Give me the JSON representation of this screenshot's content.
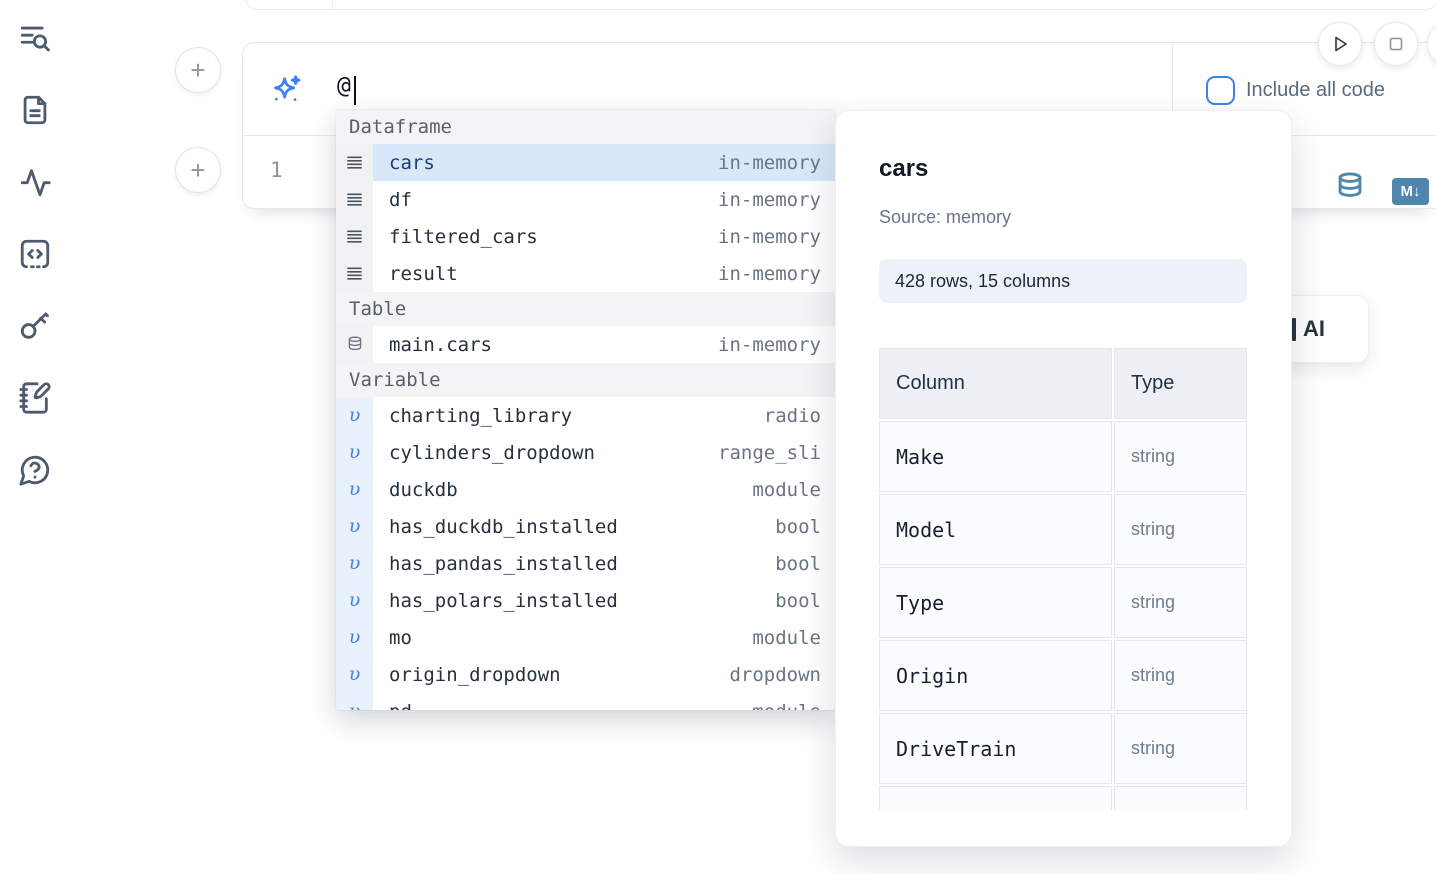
{
  "colors": {
    "accent_blue": "#3b82f6",
    "steel_blue": "#4e86ad",
    "selected_row_bg": "#d9e7fa",
    "icon_strip_gray": "#f2f2f4",
    "icon_strip_blue": "#e9f1fc"
  },
  "sidebar": {
    "items": [
      {
        "icon": "list-search-icon"
      },
      {
        "icon": "file-text-icon"
      },
      {
        "icon": "activity-icon"
      },
      {
        "icon": "code-square-icon"
      },
      {
        "icon": "key-icon"
      },
      {
        "icon": "notebook-pen-icon"
      },
      {
        "icon": "help-bubble-icon"
      }
    ]
  },
  "add_cell_button": {
    "label": "+"
  },
  "prompt_bar": {
    "icon": "sparkles-icon",
    "value": "@",
    "include_all_code_label": "Include all code",
    "checkbox_checked": false
  },
  "run_controls": {
    "icons": [
      "play-icon",
      "stop-icon"
    ]
  },
  "cell": {
    "line_number": "1",
    "database_icon": "database-icon",
    "markdown_badge": "M↓"
  },
  "autocomplete": {
    "sections": [
      {
        "label": "Dataframe",
        "items": [
          {
            "icon": "rows-icon",
            "name": "cars",
            "type": "in-memory",
            "selected": true
          },
          {
            "icon": "rows-icon",
            "name": "df",
            "type": "in-memory"
          },
          {
            "icon": "rows-icon",
            "name": "filtered_cars",
            "type": "in-memory"
          },
          {
            "icon": "rows-icon",
            "name": "result",
            "type": "in-memory"
          }
        ]
      },
      {
        "label": "Table",
        "items": [
          {
            "icon": "database-icon",
            "name": "main.cars",
            "type": "in-memory"
          }
        ]
      },
      {
        "label": "Variable",
        "items": [
          {
            "icon": "variable-icon",
            "name": "charting_library",
            "type": "radio"
          },
          {
            "icon": "variable-icon",
            "name": "cylinders_dropdown",
            "type": "range_sli"
          },
          {
            "icon": "variable-icon",
            "name": "duckdb",
            "type": "module"
          },
          {
            "icon": "variable-icon",
            "name": "has_duckdb_installed",
            "type": "bool"
          },
          {
            "icon": "variable-icon",
            "name": "has_pandas_installed",
            "type": "bool"
          },
          {
            "icon": "variable-icon",
            "name": "has_polars_installed",
            "type": "bool"
          },
          {
            "icon": "variable-icon",
            "name": "mo",
            "type": "module"
          },
          {
            "icon": "variable-icon",
            "name": "origin_dropdown",
            "type": "dropdown"
          },
          {
            "icon": "variable-icon",
            "name": "pd",
            "type": "module",
            "clipped": true
          }
        ]
      }
    ]
  },
  "preview_panel": {
    "title": "cars",
    "source_label": "Source: memory",
    "shape_label": "428 rows, 15 columns",
    "table": {
      "headers": [
        "Column",
        "Type"
      ],
      "rows": [
        {
          "column": "Make",
          "type": "string"
        },
        {
          "column": "Model",
          "type": "string"
        },
        {
          "column": "Type",
          "type": "string"
        },
        {
          "column": "Origin",
          "type": "string"
        },
        {
          "column": "DriveTrain",
          "type": "string"
        },
        {
          "column": "",
          "type": "",
          "clipped": true
        }
      ]
    }
  },
  "partial_ai_card": {
    "visible_label": "AI"
  }
}
